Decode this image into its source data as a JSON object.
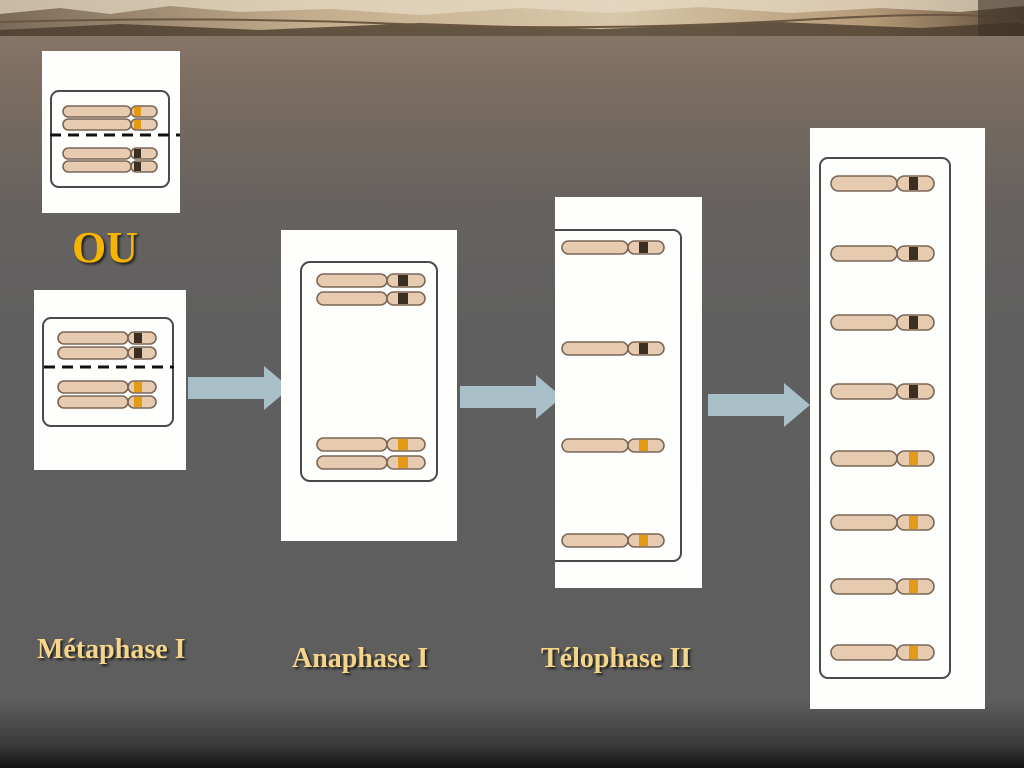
{
  "separator_text": "OU",
  "stages": {
    "metaphase": "Métaphase I",
    "anaphase": "Anaphase I",
    "telophase": "Télophase II"
  },
  "colors": {
    "label": "#f4d58a",
    "separator": "#f4b400",
    "arrow": "#a8bfc7",
    "band_dark": "#3d2e22",
    "band_orange": "#e39a17",
    "chromosome": "#e6cbb0"
  },
  "icons": [
    "right-arrow-icon",
    "chromosome-icon",
    "dashed-cut-line"
  ]
}
